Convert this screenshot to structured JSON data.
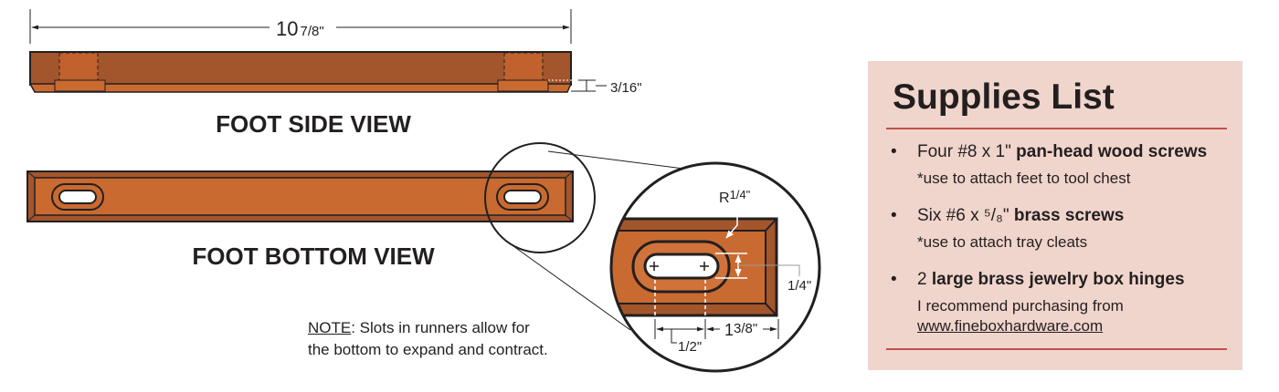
{
  "side_view": {
    "title": "FOOT SIDE VIEW",
    "length_whole": "10",
    "length_frac": "7/8\"",
    "thickness_label": "3/16\""
  },
  "bottom_view": {
    "title": "FOOT BOTTOM VIEW"
  },
  "detail": {
    "radius_prefix": "R",
    "radius_frac": "1/4\"",
    "slot_width": "1/4\"",
    "slot_spacing": "1/2\"",
    "edge_whole": "1",
    "edge_frac": "3/8\""
  },
  "note": {
    "label": "NOTE",
    "line1": ": Slots in runners allow for",
    "line2": "the bottom to expand and contract."
  },
  "supplies": {
    "title": "Supplies List",
    "items": [
      {
        "prefix": "Four #8 x 1\" ",
        "bold": "pan-head wood screws",
        "sub": "*use to attach feet to tool chest"
      },
      {
        "prefix": "Six #6 x ⁵/₈\" ",
        "bold": "brass screws",
        "sub": "*use to attach tray cleats"
      },
      {
        "prefix": "2 ",
        "bold": "large brass jewelry box hinges",
        "sub": "I recommend purchasing from",
        "link": "www.fineboxhardware.com"
      }
    ]
  },
  "colors": {
    "wood_dark": "#a3552c",
    "wood_light": "#c96a30",
    "panel": "#f0d5cc",
    "rule": "#c0504d"
  }
}
